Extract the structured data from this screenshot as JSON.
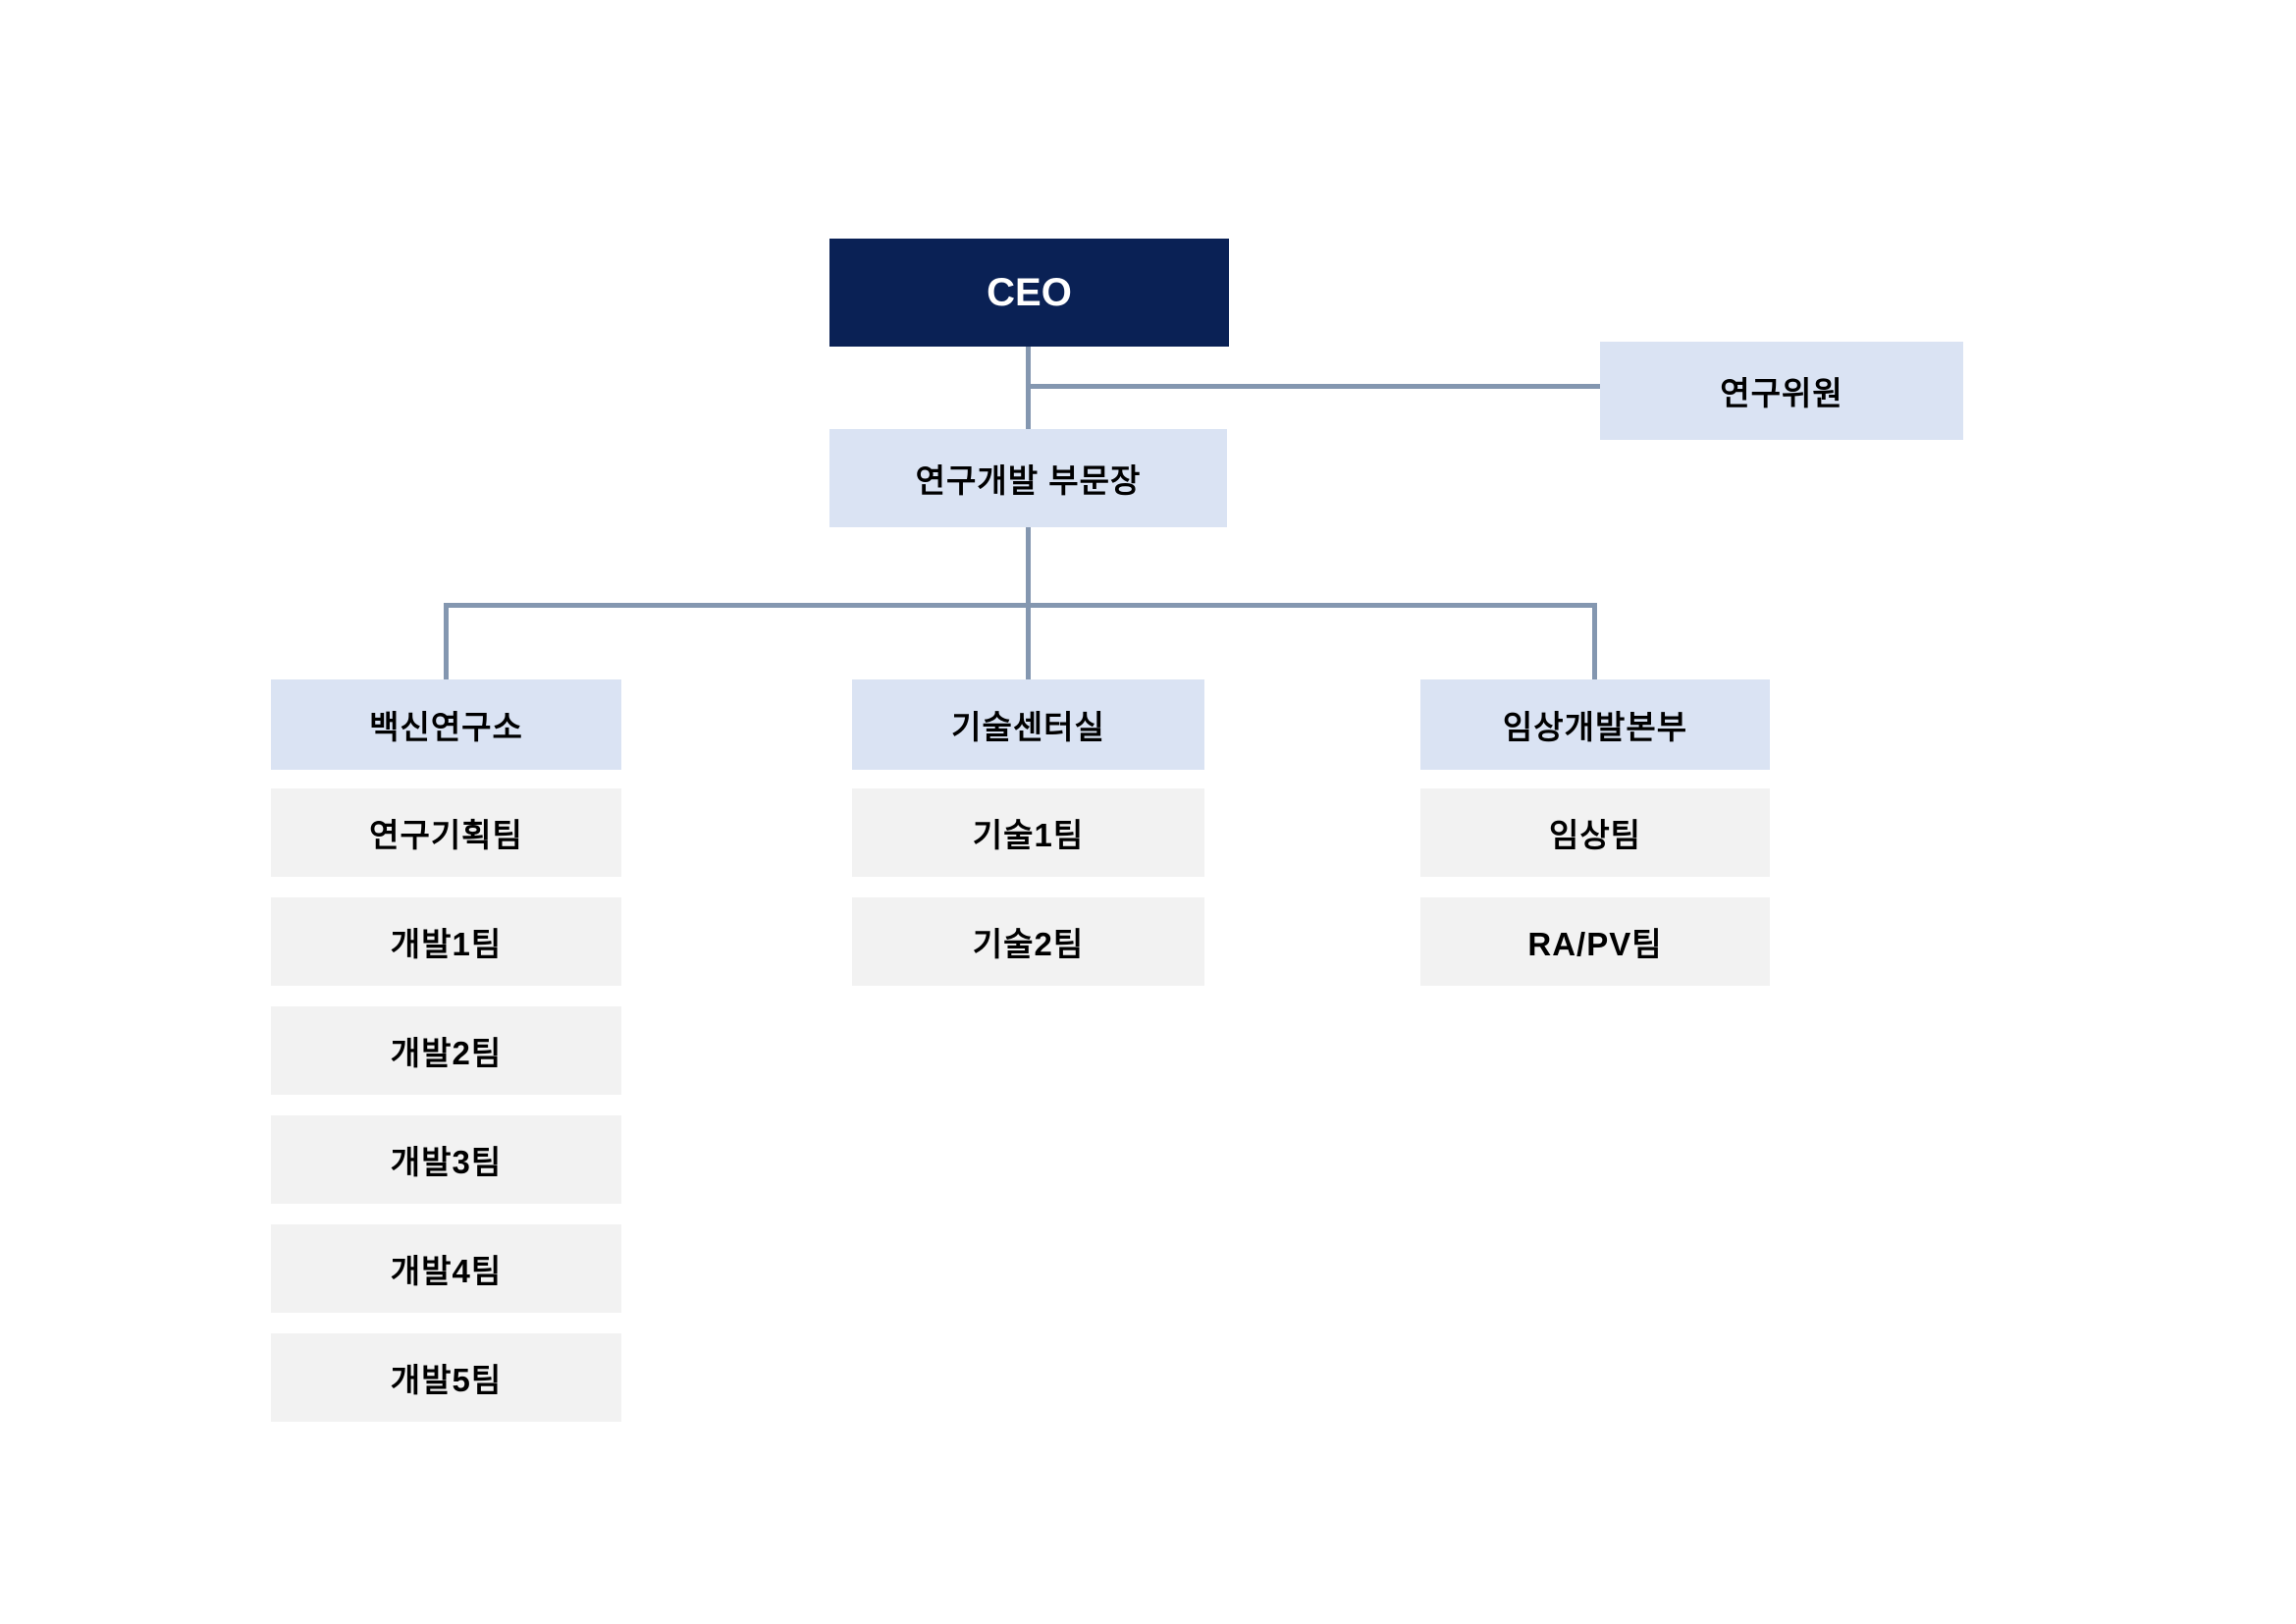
{
  "org": {
    "ceo": {
      "label": "CEO"
    },
    "advisor": {
      "label": "연구위원"
    },
    "division_head": {
      "label": "연구개발 부문장"
    },
    "branches": [
      {
        "label": "백신연구소",
        "teams": [
          "연구기획팀",
          "개발1팀",
          "개발2팀",
          "개발3팀",
          "개발4팀",
          "개발5팀"
        ]
      },
      {
        "label": "기술센터실",
        "teams": [
          "기술1팀",
          "기술2팀"
        ]
      },
      {
        "label": "임상개발본부",
        "teams": [
          "임상팀",
          "RA/PV팀"
        ]
      }
    ]
  },
  "colors": {
    "ceo_bg": "#0a2155",
    "ceo_text": "#ffffff",
    "dept_bg": "#dae3f3",
    "team_bg": "#f2f2f2",
    "label_text": "#000000",
    "connector": "#8497b0",
    "background": "#ffffff"
  }
}
